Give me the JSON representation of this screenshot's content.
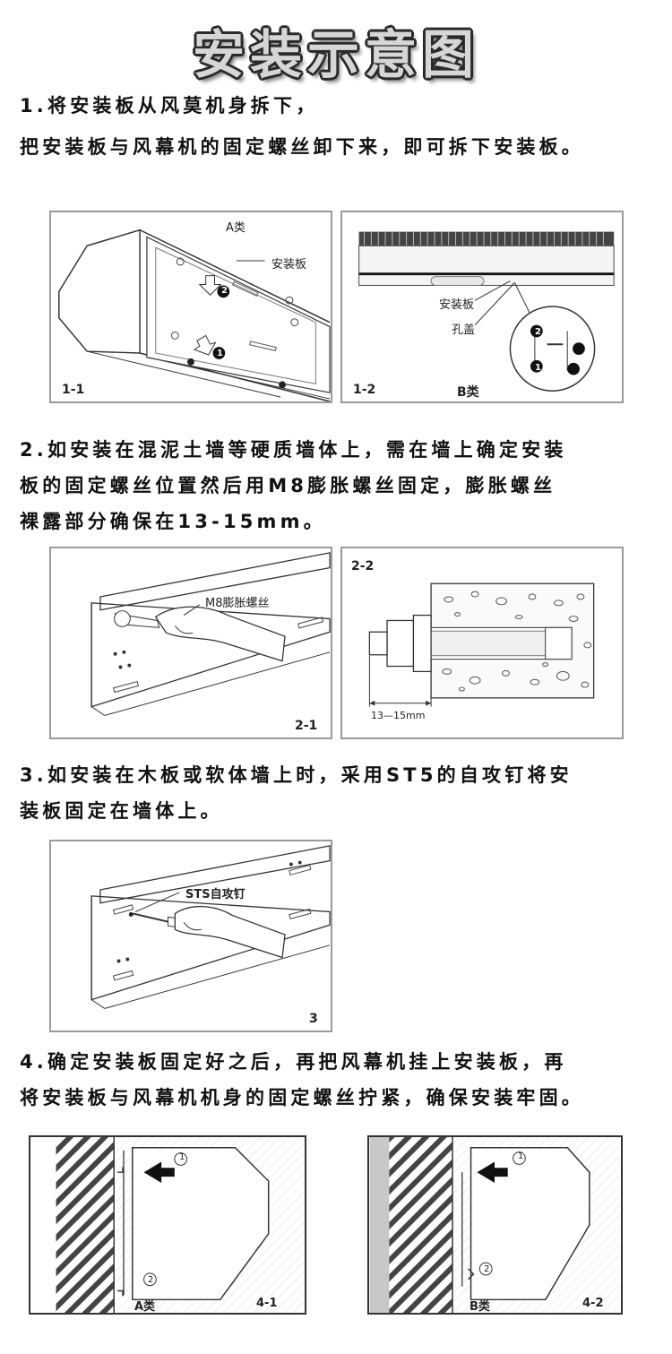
{
  "title": "安装示意图",
  "steps": [
    {
      "lines": [
        "1.将安装板从风莫机身拆下，",
        "把安装板与风幕机的固定螺丝卸下来，即可拆下安装板。"
      ]
    },
    {
      "lines": [
        "2.如安装在混泥土墙等硬质墙体上，需在墙上确定安装",
        "板的固定螺丝位置然后用M8膨胀螺丝固定，膨胀螺丝",
        "裸露部分确保在13-15mm。"
      ]
    },
    {
      "lines": [
        "3.如安装在木板或软体墙上时，采用ST5的自攻钉将安",
        "装板固定在墙体上。"
      ]
    },
    {
      "lines": [
        "4.确定安装板固定好之后，再把风幕机挂上安装板，再",
        "将安装板与风幕机机身的固定螺丝拧紧，确保安装牢固。"
      ]
    }
  ],
  "figures": {
    "fig_1_1": {
      "id": "1-1",
      "type_label": "A类",
      "callout": "安装板",
      "marker_1": "1",
      "marker_2": "2"
    },
    "fig_1_2": {
      "id": "1-2",
      "type_label": "B类",
      "callout_plate": "安装板",
      "callout_cover": "孔盖",
      "marker_1": "1",
      "marker_2": "2"
    },
    "fig_2_1": {
      "id": "2-1",
      "callout": "M8膨胀螺丝"
    },
    "fig_2_2": {
      "id": "2-2",
      "dimension": "13—15mm"
    },
    "fig_3": {
      "id": "3",
      "callout": "STS自攻钉"
    },
    "fig_4_1": {
      "id": "4-1",
      "type_label": "A类",
      "marker_1": "1",
      "marker_2": "2"
    },
    "fig_4_2": {
      "id": "4-2",
      "type_label": "B类",
      "marker_1": "1",
      "marker_2": "2"
    }
  }
}
